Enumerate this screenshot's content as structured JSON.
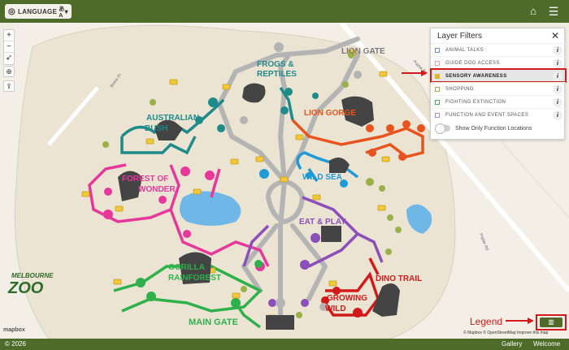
{
  "header": {
    "language_label": "LANGUAGE",
    "globe_icon": "globe-icon",
    "home_icon": "home-icon",
    "menu_icon": "hamburger-icon"
  },
  "map": {
    "logo_line1": "MELBOURNE",
    "logo_line2": "ZOO",
    "areas": {
      "frogs": "FROGS &",
      "reptiles": "REPTILES",
      "lion_gate": "LION GATE",
      "australian_bush_1": "AUSTRALIAN",
      "australian_bush_2": "BUSH",
      "lion_gorge": "LION GORGE",
      "forest_of_wonder_1": "FOREST OF",
      "forest_of_wonder_2": "WONDER",
      "wild_sea": "WILD SEA",
      "carnival_1": "EAT & PLAY",
      "gorilla_forest_1": "GORILLA",
      "gorilla_forest_2": "RAINFOREST",
      "dino_trail": "DINO TRAIL",
      "growing_wild_1": "GROWING",
      "growing_wild_2": "WILD",
      "main_gate": "MAIN GATE"
    },
    "roads": {
      "poplar_rd_top": "Poplar Rd",
      "poplar_rd_right": "Poplar Rd",
      "brens_dr": "Brens Dr"
    },
    "mapbox_label": "mapbox",
    "attribution": "© Mapbox © OpenStreetMap  Improve this map"
  },
  "controls": {
    "zoom_in": "+",
    "zoom_out": "−",
    "compass": "➶",
    "locate": "⊕",
    "share": "⇪"
  },
  "layer_filters": {
    "title": "Layer Filters",
    "close": "✕",
    "items": [
      {
        "label": "ANIMAL TALKS",
        "checked": false
      },
      {
        "label": "GUIDE DOG ACCESS",
        "checked": false
      },
      {
        "label": "SENSORY AWARENESS",
        "checked": true
      },
      {
        "label": "SHOPPING",
        "checked": false
      },
      {
        "label": "FIGHTING EXTINCTION",
        "checked": false
      },
      {
        "label": "FUNCTION AND EVENT SPACES",
        "checked": false
      }
    ],
    "info_icon": "i",
    "toggle_label": "Show Only Function Locations"
  },
  "legend": {
    "label": "Legend",
    "icon": "map-icon",
    "button_glyph": "▥"
  },
  "footer": {
    "copyright": "© 2026",
    "gallery": "Gallery",
    "welcome": "Welcome"
  },
  "colors": {
    "header": "#4f6b2a",
    "highlight": "#d21a1a",
    "sensory": "#e8b21e",
    "frogs_teal": "#1f8a8a",
    "lion_orange": "#e8541e",
    "forest_pink": "#e6389b",
    "wild_sea_blue": "#1f9ad6",
    "carnival_purple": "#8a4fb8",
    "gorilla_green": "#2eb04a",
    "dino_red": "#d21a1a"
  }
}
